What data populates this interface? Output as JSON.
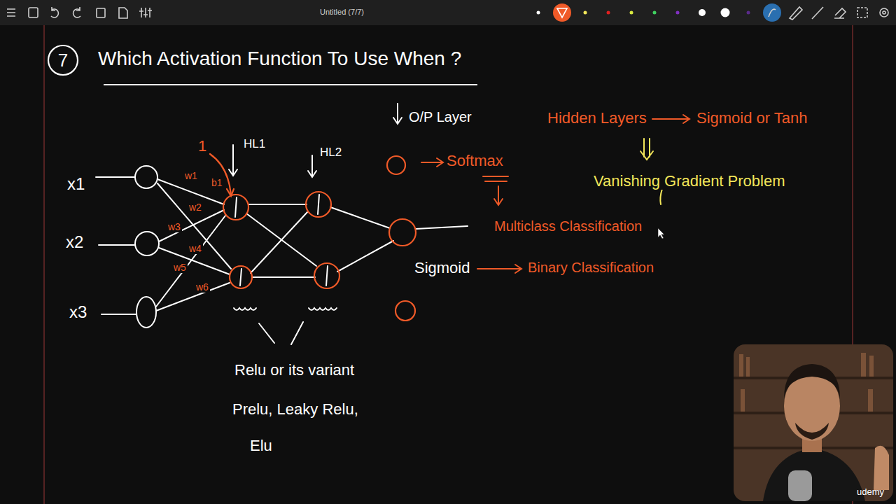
{
  "diagram": {
    "title": "Which Activation Function To Use When ?",
    "nodes": [
      {
        "text": [
          "7"
        ]
      }
    ],
    "labels": [
      "Untitled (7/7)",
      "HL1",
      "HL2",
      "O/P Layer",
      "Hidden Layers",
      "Sigmoid or Tanh",
      "1",
      "w1",
      "b1",
      "Softmax",
      "x1",
      "Vanishing Gradient Problem",
      "w2",
      "w3",
      "Multiclass Classification",
      "x2",
      "w4",
      "Sigmoid",
      "Binary Classification",
      "w5",
      "w6",
      "x3",
      "Relu or its variant",
      "Prelu, Leaky Relu,",
      "Elu",
      "udemy"
    ]
  }
}
